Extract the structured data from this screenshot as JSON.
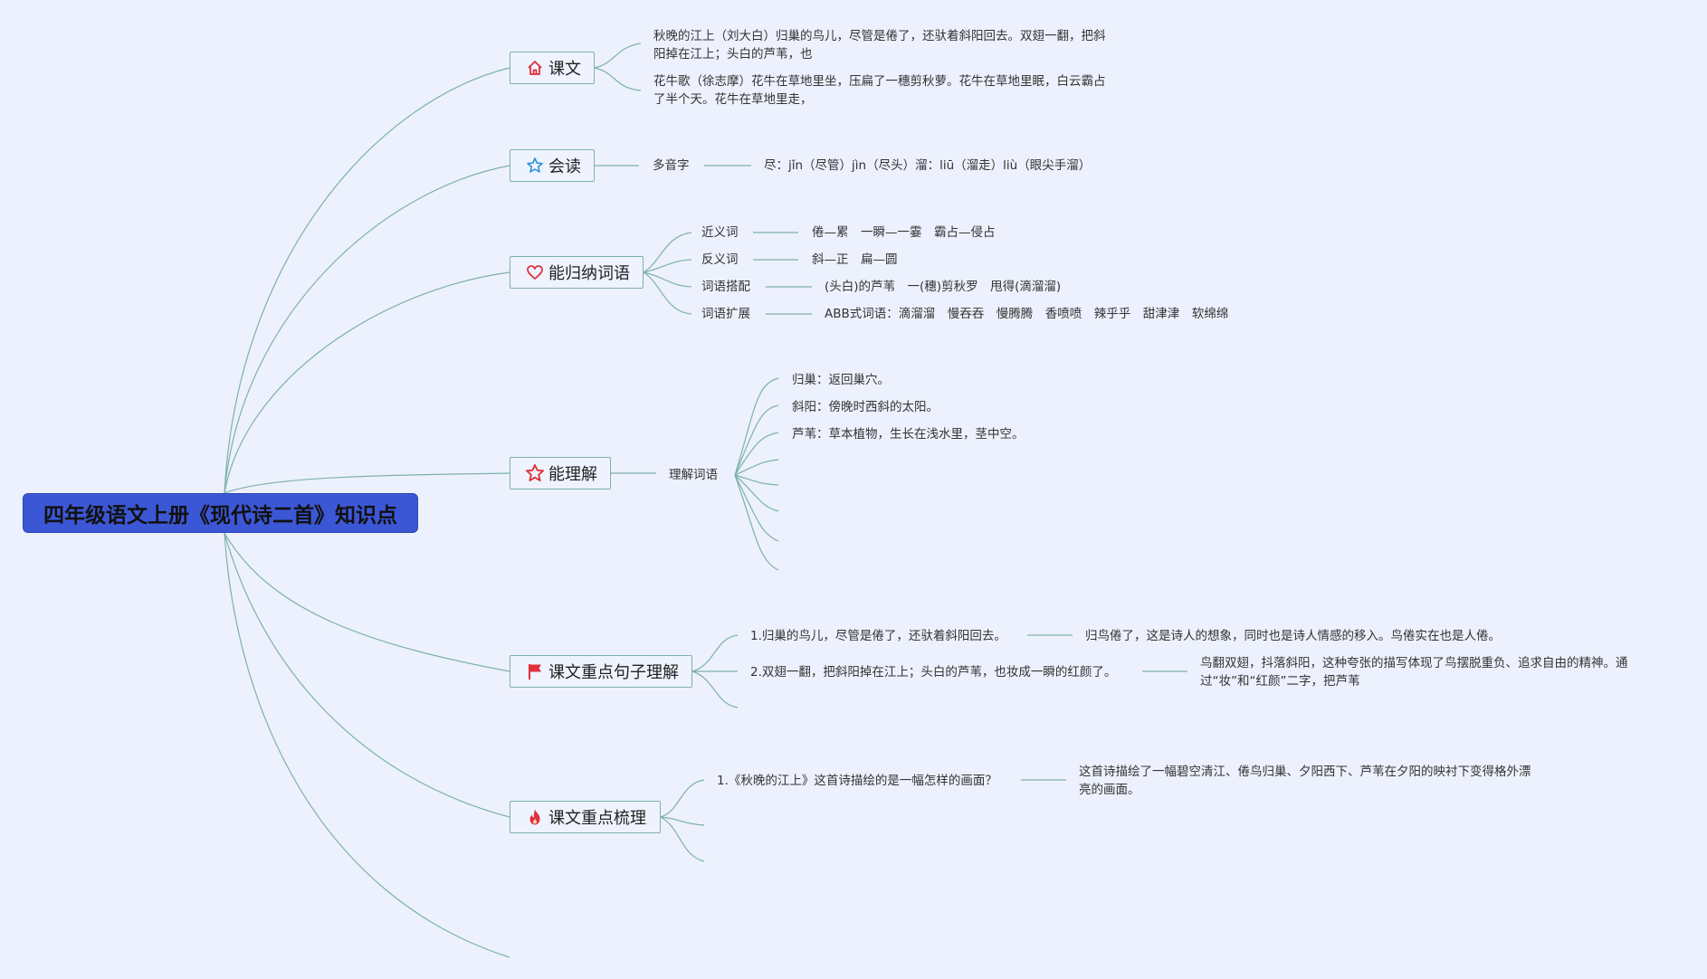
{
  "root": {
    "title": "四年级语文上册《现代诗二首》知识点"
  },
  "colors": {
    "root_bg": "#3c57d6",
    "line": "#7fb0ad",
    "icon_red": "#e0303a",
    "icon_blue": "#2f8fd8"
  },
  "branches": {
    "kewen": {
      "label": "课文",
      "icon": "house-icon",
      "items": [
        "秋晚的江上（刘大白）归巢的鸟儿，尽管是倦了，还驮着斜阳回去。双翅一翻，把斜阳掉在江上；头白的芦苇，也",
        "花牛歌（徐志摩）花牛在草地里坐，压扁了一穗剪秋萝。花牛在草地里眠，白云霸占了半个天。花牛在草地里走，"
      ]
    },
    "huidu": {
      "label": "会读",
      "icon": "star-outline-icon",
      "sub": "多音字",
      "detail": "尽：jǐn（尽管）jìn（尽头）溜：liū（溜走）liù（眼尖手溜）"
    },
    "guina": {
      "label": "能归纳词语",
      "icon": "heart-icon",
      "rows": [
        {
          "label": "近义词",
          "value": "倦—累　一瞬—一霎　霸占—侵占"
        },
        {
          "label": "反义词",
          "value": "斜—正　扁—圆"
        },
        {
          "label": "词语搭配",
          "value": "(头白)的芦苇　一(穗)剪秋罗　甩得(滴溜溜)"
        },
        {
          "label": "词语扩展",
          "value": "ABB式词语：滴溜溜　慢吞吞　慢腾腾　香喷喷　辣乎乎　甜津津　软绵绵"
        }
      ]
    },
    "lijie": {
      "label": "能理解",
      "icon": "star-red-icon",
      "sub": "理解词语",
      "items": [
        "归巢：返回巢穴。",
        "斜阳：傍晚时西斜的太阳。",
        "芦苇：草本植物，生长在浅水里，茎中空。"
      ]
    },
    "juzi": {
      "label": "课文重点句子理解",
      "icon": "flag-icon",
      "rows": [
        {
          "sentence": "1.归巢的鸟儿，尽管是倦了，还驮着斜阳回去。",
          "note": "归鸟倦了，这是诗人的想象，同时也是诗人情感的移入。鸟倦实在也是人倦。"
        },
        {
          "sentence": "2.双翅一翻，把斜阳掉在江上；头白的芦苇，也妆成一瞬的红颜了。",
          "note": "鸟翻双翅，抖落斜阳，这种夸张的描写体现了鸟摆脱重负、追求自由的精神。通过“妆”和“红颜”二字，把芦苇"
        }
      ]
    },
    "shuli": {
      "label": "课文重点梳理",
      "icon": "fire-icon",
      "rows": [
        {
          "question": "1.《秋晚的江上》这首诗描绘的是一幅怎样的画面？",
          "answer": "这首诗描绘了一幅碧空清江、倦鸟归巢、夕阳西下、芦苇在夕阳的映衬下变得格外漂亮的画面。"
        }
      ]
    }
  }
}
